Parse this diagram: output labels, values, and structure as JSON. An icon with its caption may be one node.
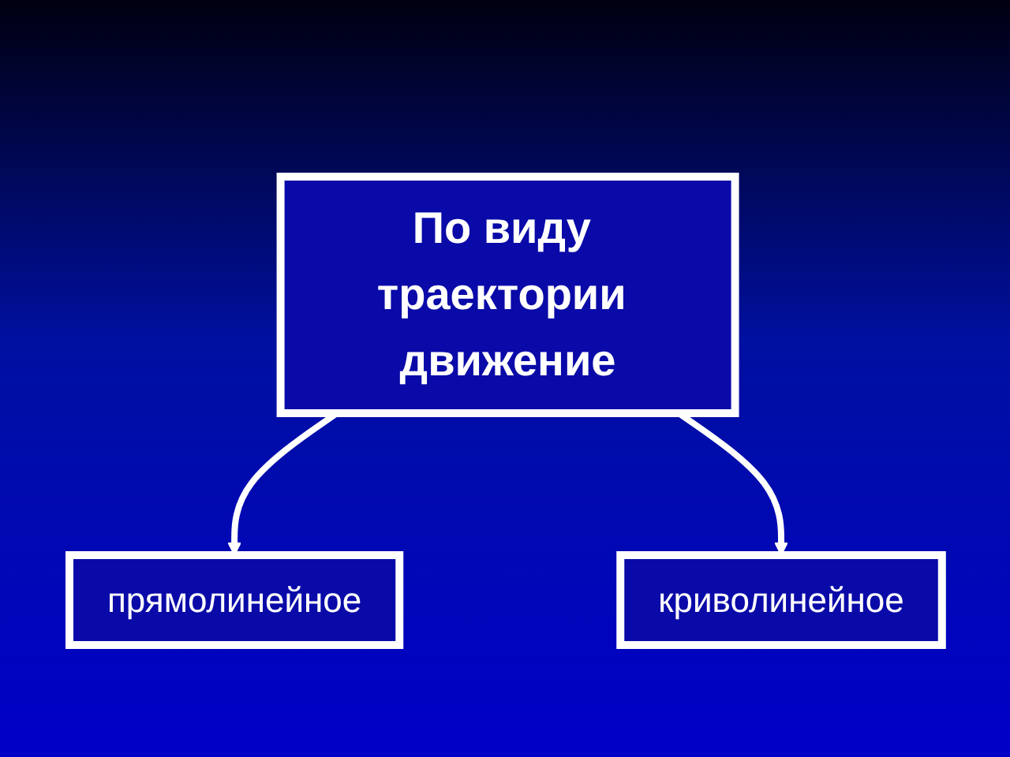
{
  "diagram": {
    "nodes": [
      {
        "text": [
          "По виду траектории движение"
        ]
      },
      {
        "text": [
          "прямолинейное"
        ]
      },
      {
        "text": [
          "криволинейное"
        ]
      }
    ],
    "edges": [
      {
        "from": 0,
        "to": 1,
        "arrow": "to"
      },
      {
        "from": 0,
        "to": 2,
        "arrow": "to"
      }
    ]
  }
}
